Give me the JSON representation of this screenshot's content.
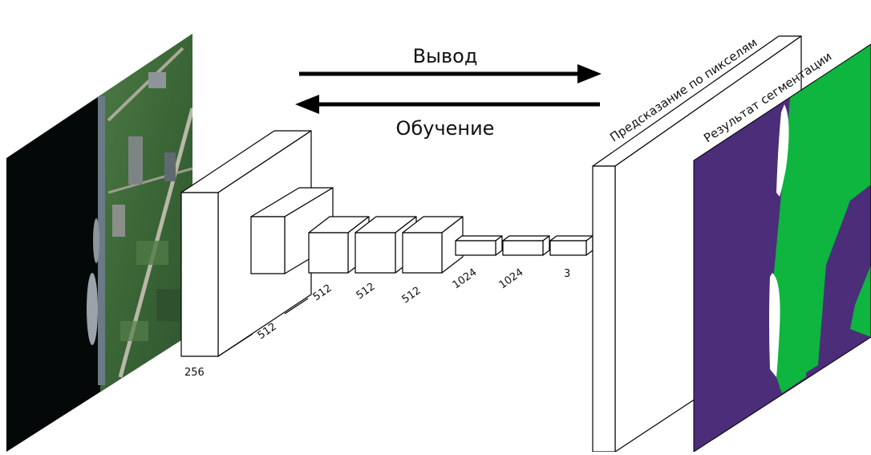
{
  "arrows": {
    "forward_label": "Вывод",
    "backward_label": "Обучение"
  },
  "dimensions": {
    "d256": "256",
    "d512_a": "512",
    "d512_b": "512",
    "d512_c": "512",
    "d512_d": "512",
    "d1024_a": "1024",
    "d1024_b": "1024",
    "d3": "3"
  },
  "slabs": {
    "prediction_label": "Предсказание по пикселям",
    "segmentation_label": "Результат сегментации"
  },
  "colors": {
    "segment_purple": "#4b2d7a",
    "segment_green": "#0eb53e",
    "segment_white": "#ffffff",
    "satellite_dark": "#050808",
    "satellite_grass": "#3f6b3a"
  }
}
